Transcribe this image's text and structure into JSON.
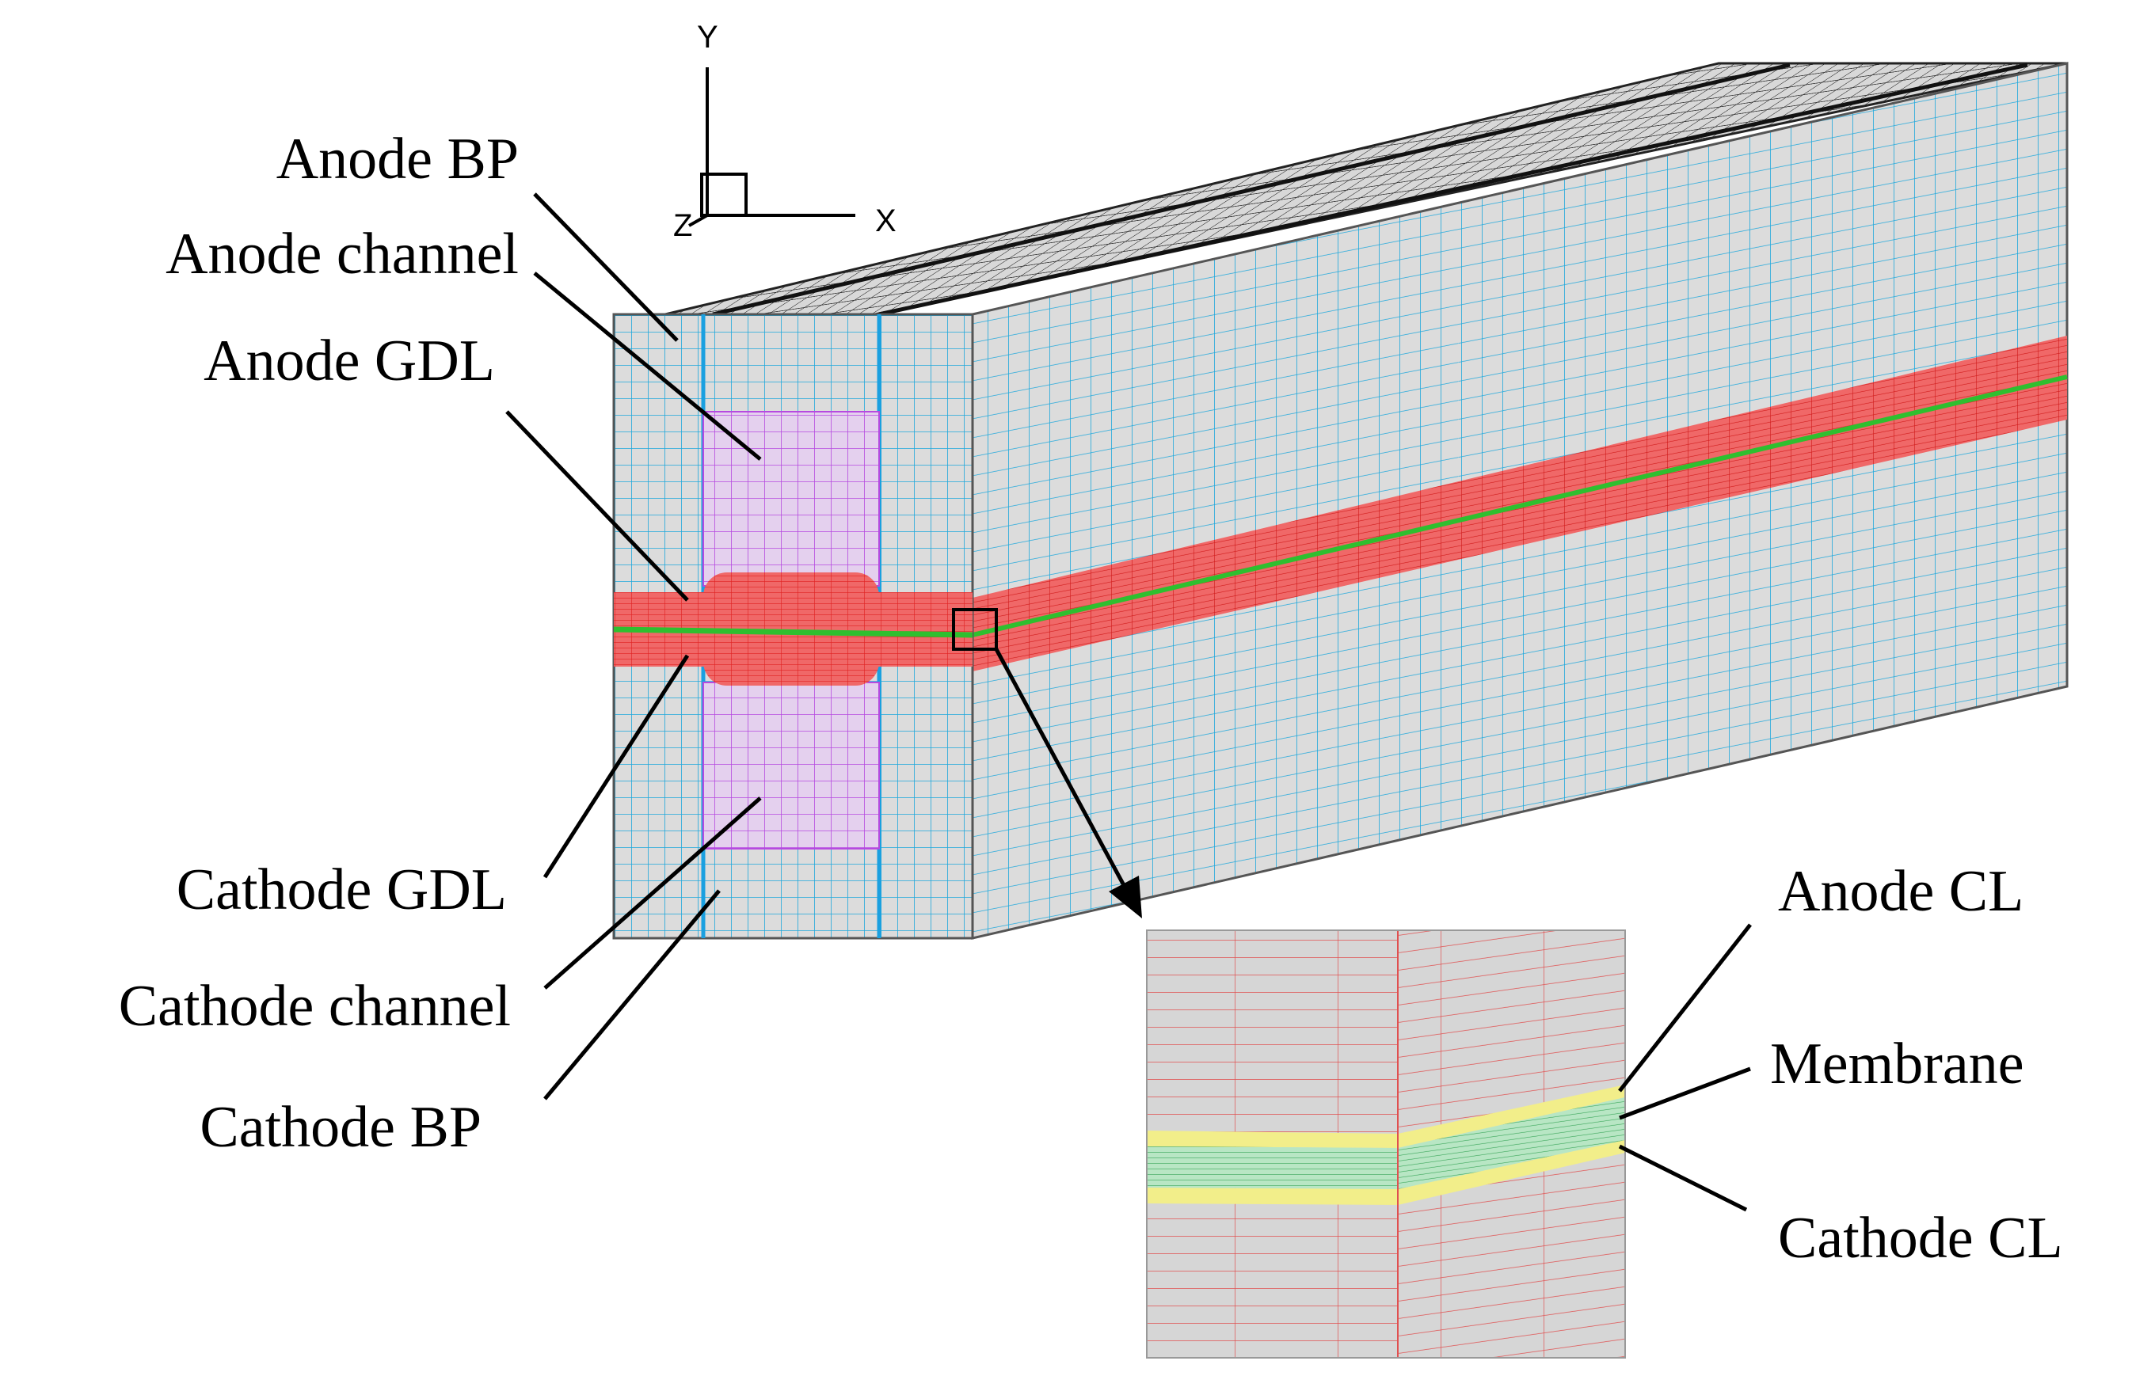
{
  "axes": {
    "y": "Y",
    "x": "X",
    "z": "Z"
  },
  "labels": {
    "anode_bp": "Anode BP",
    "anode_channel": "Anode channel",
    "anode_gdl": "Anode GDL",
    "cathode_gdl": "Cathode GDL",
    "cathode_channel": "Cathode channel",
    "cathode_bp": "Cathode BP",
    "anode_cl": "Anode CL",
    "membrane": "Membrane",
    "cathode_cl": "Cathode CL"
  },
  "colors": {
    "bp_face": "#d9d9d9",
    "bp_mesh": "#1fa8dc",
    "channel": "#b64ae0",
    "gdl": "#f06060",
    "gdl_mesh": "#e02020",
    "membrane": "#2fbf2f",
    "catalyst": "#f2f08a",
    "top_mesh": "#333333"
  }
}
